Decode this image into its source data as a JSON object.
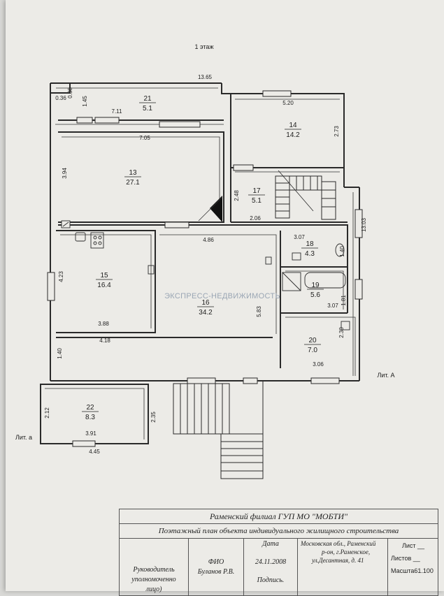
{
  "sheet": {
    "floor_title": "1 этаж",
    "watermark": "ЭКСПРЕСС-НЕДВИЖИМОСТЬ",
    "lit_a_upper": "Лит. А",
    "lit_a_lower": "Лит. а"
  },
  "dims": {
    "d_13_65": "13.65",
    "d_0_36": "0.36",
    "d_0_38": "0.38",
    "d_1_45": "1.45",
    "d_7_11": "7.11",
    "d_5_20": "5.20",
    "d_2_73": "2.73",
    "d_7_05": "7.05",
    "d_3_94": "3.94",
    "d_2_48": "2.48",
    "d_2_06": "2.06",
    "d_13_03": "13.03",
    "d_4_86": "4.86",
    "d_3_07a": "3.07",
    "d_1_40a": "1.40",
    "d_4_23": "4.23",
    "d_5_83": "5.83",
    "d_1_81": "1.81",
    "d_3_07b": "3.07",
    "d_3_88": "3.88",
    "d_4_18": "4.18",
    "d_2_30": "2.30",
    "d_1_40b": "1.40",
    "d_3_06": "3.06",
    "d_2_12": "2.12",
    "d_2_35": "2.35",
    "d_3_91": "3.91",
    "d_4_45": "4.45"
  },
  "rooms": [
    {
      "number": "21",
      "area": "5.1"
    },
    {
      "number": "14",
      "area": "14.2"
    },
    {
      "number": "13",
      "area": "27.1"
    },
    {
      "number": "17",
      "area": "5.1"
    },
    {
      "number": "18",
      "area": "4.3"
    },
    {
      "number": "15",
      "area": "16.4"
    },
    {
      "number": "16",
      "area": "34.2"
    },
    {
      "number": "19",
      "area": "5.6"
    },
    {
      "number": "20",
      "area": "7.0"
    },
    {
      "number": "22",
      "area": "8.3"
    }
  ],
  "stamp": {
    "org": "Раменский филиал ГУП МО \"МОБТИ\"",
    "doc_title": "Поэтажный план объекта индивидуального жилищного строительства",
    "col_fio": "ФИО",
    "col_date": "Дата",
    "address_1": "Московская обл., Раменский",
    "address_2": "р-он, г.Раменское,",
    "address_3": "ул.Десантная, д. 41",
    "sheet_label": "Лист __",
    "sheets_label": "Листов __",
    "manager_1": "Руководитель",
    "manager_2": "уполномоченно",
    "manager_3": "лицо)",
    "name": "Буланов Р.В.",
    "date": "24.11.2008",
    "signature": "Подпись.",
    "scale": "Масшта61.100"
  }
}
